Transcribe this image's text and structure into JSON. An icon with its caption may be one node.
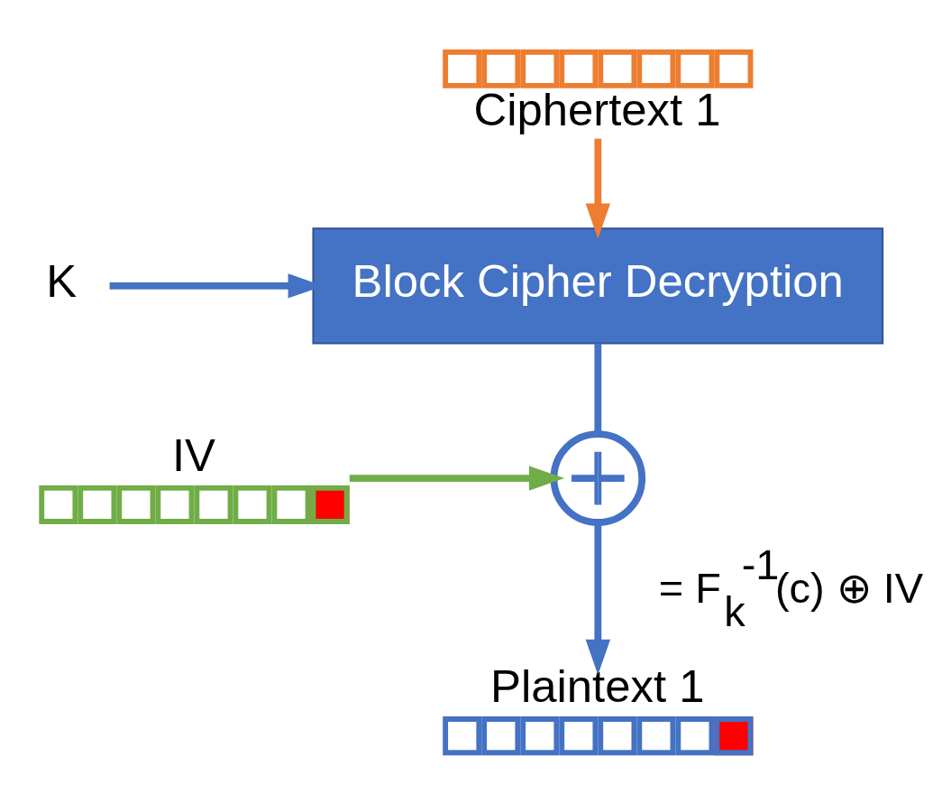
{
  "diagram": {
    "nodes": [
      {
        "text": [
          "Ciphertext 1"
        ]
      },
      {
        "text": [
          "Block Cipher Decryption"
        ]
      },
      {
        "text": [
          "K"
        ]
      },
      {
        "text": [
          "IV"
        ]
      },
      {
        "text": [],
        "shape": "circle"
      },
      {
        "text": [
          "Plaintext 1"
        ]
      }
    ],
    "edges": [
      {
        "from": 0,
        "to": 1,
        "arrow": "to",
        "color": "#ed7d31"
      },
      {
        "from": 2,
        "to": 1,
        "arrow": "to"
      },
      {
        "from": 1,
        "to": 4,
        "arrow": "none"
      },
      {
        "from": 3,
        "to": 4,
        "arrow": "to",
        "color": "#70ad47"
      },
      {
        "from": 4,
        "to": 5,
        "arrow": "to",
        "label": "= F$_{k}$$^{-1}$(c) ⊕ IV"
      }
    ]
  }
}
